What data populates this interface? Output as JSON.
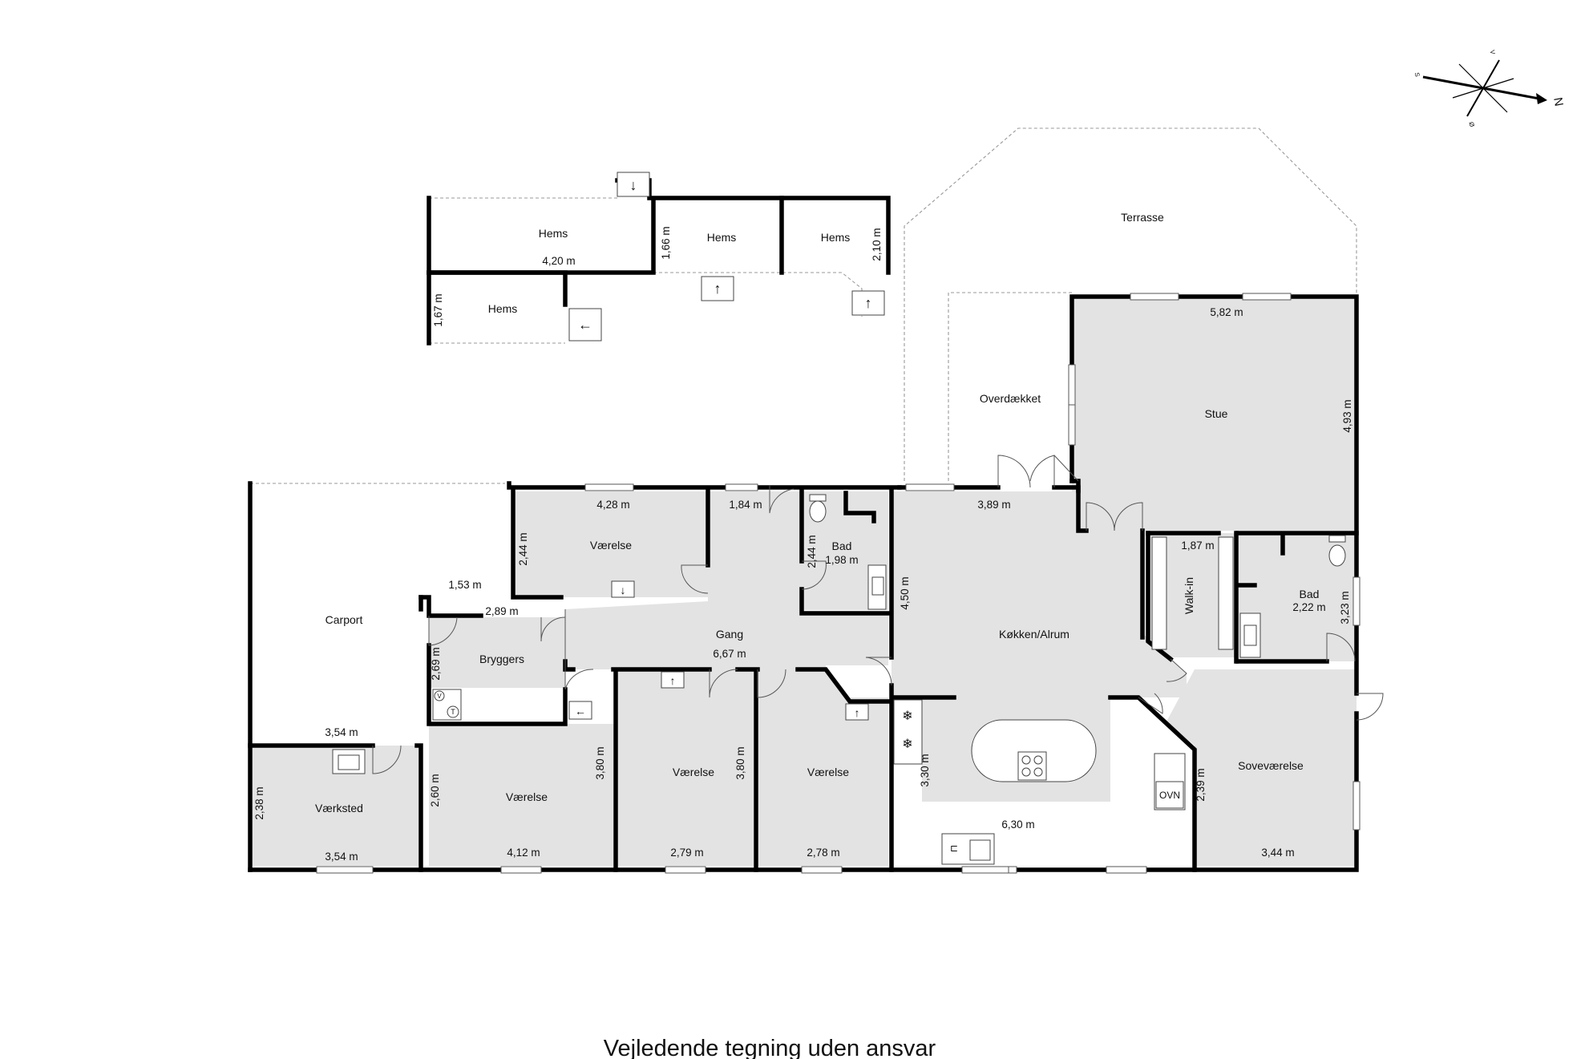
{
  "caption": "Vejledende tegning uden ansvar",
  "compass": {
    "north_label": "N",
    "south_label": "S",
    "east_label": "Ø",
    "west_label": "V"
  },
  "appliances": {
    "oven_label": "OVN",
    "dryer_label": "T",
    "washer_label": "V"
  },
  "rooms": {
    "hems_1": "Hems",
    "hems_2": "Hems",
    "hems_3": "Hems",
    "hems_4": "Hems",
    "terrasse": "Terrasse",
    "overdaekket": "Overdækket",
    "stue": "Stue",
    "carport": "Carport",
    "vaerelse_top": "Værelse",
    "bad_1": "Bad",
    "bad_1_size": "1,98 m",
    "gang": "Gang",
    "bryggers": "Bryggers",
    "koekken": "Køkken/Alrum",
    "walk_in": "Walk-in",
    "bad_2": "Bad",
    "bad_2_size": "2,22 m",
    "sovevaerelse": "Soveværelse",
    "vaerksted": "Værksted",
    "vaerelse_1": "Værelse",
    "vaerelse_2": "Værelse",
    "vaerelse_3": "Værelse"
  },
  "dimensions": {
    "hems_width": "4,20 m",
    "hems_h1": "1,66 m",
    "hems_h2": "2,10 m",
    "hems_h3": "1,67 m",
    "stue_width": "5,82 m",
    "stue_height": "4,93 m",
    "vaerelse_top_width": "4,28 m",
    "vaerelse_top_height": "2,44 m",
    "hall_small": "1,84 m",
    "bad_1_height": "2,44 m",
    "koekken_top": "3,89 m",
    "koekken_side": "4,50 m",
    "walk_in_width": "1,87 m",
    "bad_2_height": "3,23 m",
    "bryggers_top": "1,53 m",
    "bryggers_width": "2,89 m",
    "bryggers_height": "2,69 m",
    "gang_width": "6,67 m",
    "carport_width": "3,54 m",
    "vaerksted_width": "3,54 m",
    "vaerksted_height": "2,38 m",
    "vaerelse_1_width": "4,12 m",
    "vaerelse_1_height": "2,60 m",
    "vaerelse_1_right": "3,80 m",
    "vaerelse_2_width": "2,79 m",
    "vaerelse_2_right": "3,80 m",
    "vaerelse_3_width": "2,78 m",
    "koekken_inner": "3,30 m",
    "koekken_bottom": "6,30 m",
    "sove_height": "2,39 m",
    "sove_width": "3,44 m"
  }
}
